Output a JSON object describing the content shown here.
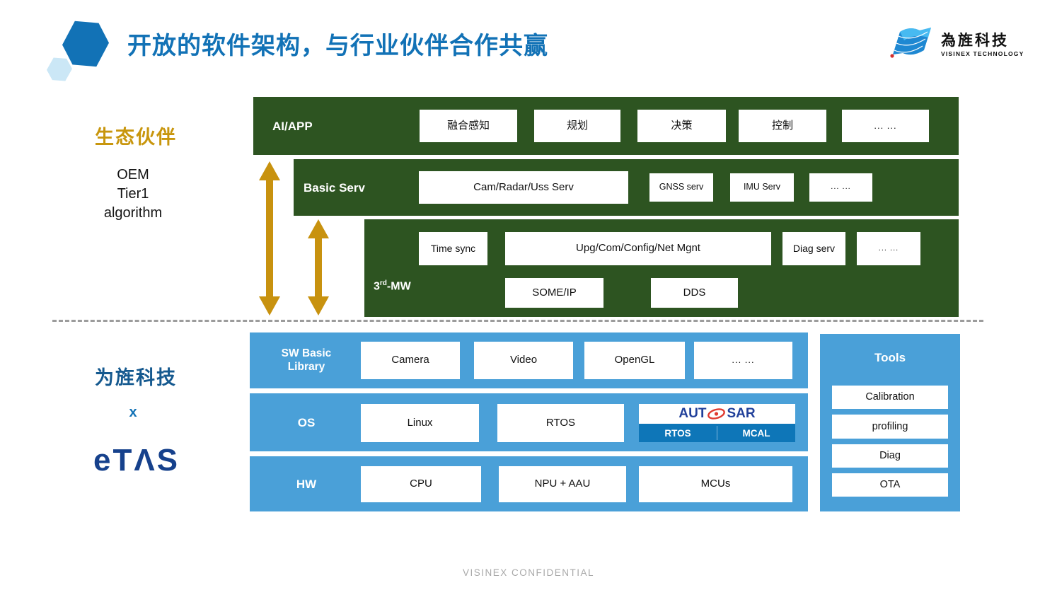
{
  "header": {
    "title": "开放的软件架构，与行业伙伴合作共赢",
    "logo": {
      "name_cn": "為旌科技",
      "name_en": "VISINEX TECHNOLOGY"
    }
  },
  "left": {
    "eco_label": "生态伙伴",
    "eco_partners": [
      "OEM",
      "Tier1",
      "algorithm"
    ],
    "company": "为旌科技",
    "cross": "x",
    "etas_logo": "eTΛS"
  },
  "green": {
    "ai_app": {
      "label": "AI/APP",
      "boxes": [
        "融合感知",
        "规划",
        "决策",
        "控制",
        "... ..."
      ]
    },
    "basic_serv": {
      "label": "Basic Serv",
      "boxes": [
        "Cam/Radar/Uss Serv",
        "GNSS serv",
        "IMU Serv",
        "... ..."
      ]
    },
    "mw": {
      "label_num": "3",
      "label_sup": "rd",
      "label_suffix": "-MW",
      "row1": [
        "Time sync",
        "Upg/Com/Config/Net Mgnt",
        "Diag serv",
        "... ..."
      ],
      "row2": [
        "SOME/IP",
        "DDS"
      ]
    }
  },
  "blue": {
    "sw": {
      "label": "SW Basic Library",
      "boxes": [
        "Camera",
        "Video",
        "OpenGL",
        "... ..."
      ]
    },
    "os": {
      "label": "OS",
      "boxes": [
        "Linux",
        "RTOS"
      ],
      "autosar": {
        "brand_left": "AUT",
        "brand_right": "SAR",
        "sub_left": "RTOS",
        "sub_right": "MCAL"
      }
    },
    "hw": {
      "label": "HW",
      "boxes": [
        "CPU",
        "NPU + AAU",
        "MCUs"
      ]
    },
    "tools": {
      "label": "Tools",
      "boxes": [
        "Calibration",
        "profiling",
        "Diag",
        "OTA"
      ]
    }
  },
  "footer": {
    "confidential": "VISINEX  CONFIDENTIAL"
  },
  "colors": {
    "title_blue": "#1272B6",
    "dark_green": "#2D5421",
    "sky_blue": "#4AA0D8",
    "gold": "#C8920F",
    "autosar_bar_blue": "#0E76B8",
    "etas_navy": "#16418C"
  }
}
